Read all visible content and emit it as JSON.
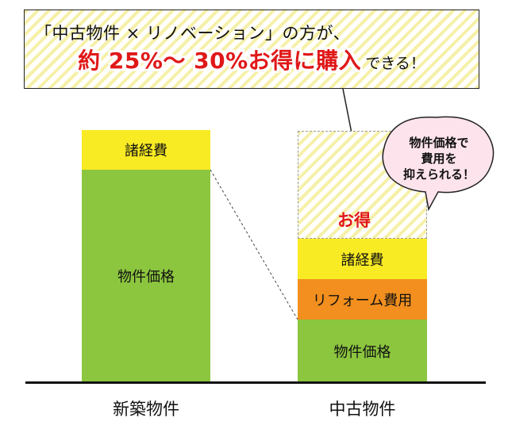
{
  "headline": {
    "line1": "「中古物件 × リノベーション」の方が、",
    "highlight": "約 25%～ 30%お得に購入",
    "tail": "できる！"
  },
  "left_stack": {
    "category": "新築物件",
    "segments": [
      {
        "label": "諸経費",
        "color": "#f9eb23"
      },
      {
        "label": "物件価格",
        "color": "#8cc63f"
      }
    ]
  },
  "right_stack": {
    "category": "中古物件",
    "segments": [
      {
        "label": "諸経費",
        "color": "#f9eb23"
      },
      {
        "label": "リフォーム費用",
        "color": "#f28f1e"
      },
      {
        "label": "物件価格",
        "color": "#8cc63f"
      }
    ]
  },
  "savings_label": "お得",
  "bubble": {
    "lines": [
      "物件価格で",
      "費用を",
      "抑えられる！"
    ]
  },
  "colors": {
    "accent_red": "#e01818",
    "hatch": "#f6f0a8"
  }
}
